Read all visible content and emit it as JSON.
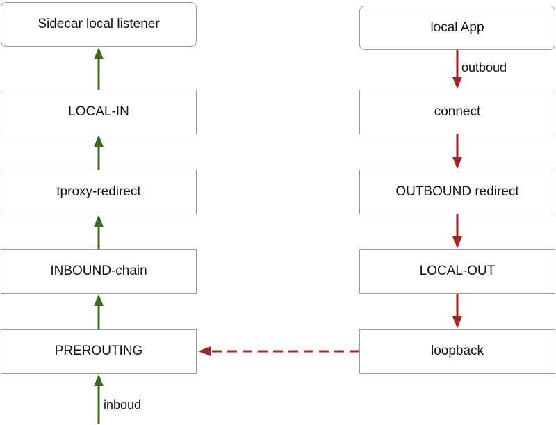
{
  "nodes": {
    "sidecar_listener": "Sidecar local listener",
    "local_in": "LOCAL-IN",
    "tproxy_redirect": "tproxy-redirect",
    "inbound_chain": "INBOUND-chain",
    "prerouting": "PREROUTING",
    "local_app": "local App",
    "connect": "connect",
    "outbound_redirect": "OUTBOUND redirect",
    "local_out": "LOCAL-OUT",
    "loopback": "loopback"
  },
  "edge_labels": {
    "outbound": "outboud",
    "inbound": "inboud"
  },
  "colors": {
    "inbound_arrow": "#3d6b1e",
    "outbound_arrow": "#a3262a",
    "box_border": "#9a9a9a"
  }
}
